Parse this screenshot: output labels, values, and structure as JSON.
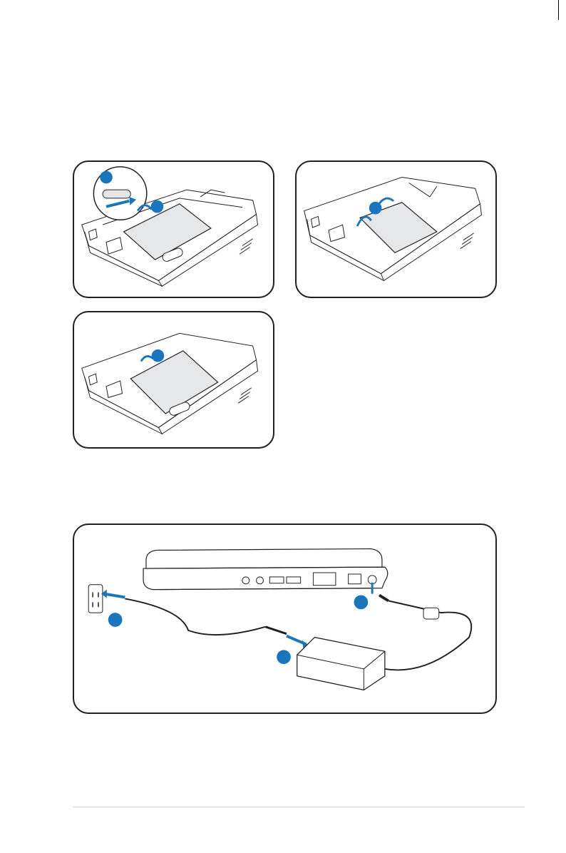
{
  "page": {
    "figures": [
      {
        "id": "battery-unlock",
        "description_markers": [
          "",
          ""
        ]
      },
      {
        "id": "battery-remove",
        "description_markers": [
          ""
        ]
      },
      {
        "id": "battery-install",
        "description_markers": [
          ""
        ]
      },
      {
        "id": "power-connect",
        "description_markers": [
          "",
          "",
          ""
        ]
      }
    ]
  },
  "colors": {
    "accent": "#1b75bc",
    "outline": "#231f20",
    "battery_fill": "#e6e7e8"
  }
}
